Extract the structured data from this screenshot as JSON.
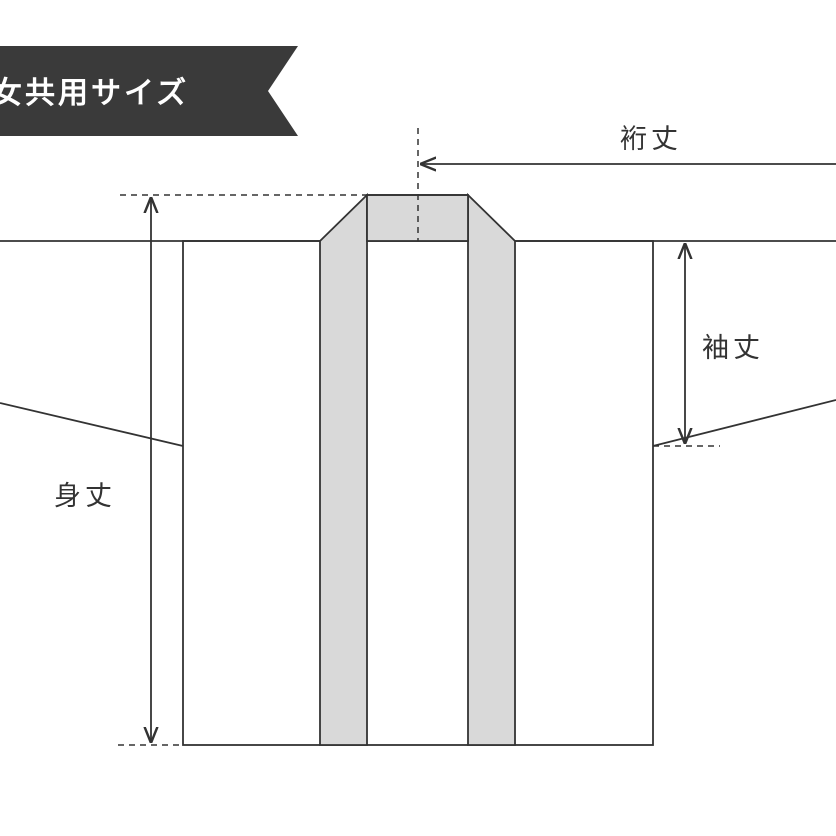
{
  "banner": {
    "text": "女共用サイズ"
  },
  "labels": {
    "sleeve_length": "裄丈",
    "sleeve_height": "袖丈",
    "body_length": "身丈"
  },
  "colors": {
    "line": "#333333",
    "collar_fill": "#d9d9d9",
    "banner_bg": "#3a3a3a",
    "banner_text": "#ffffff",
    "background": "#ffffff"
  }
}
